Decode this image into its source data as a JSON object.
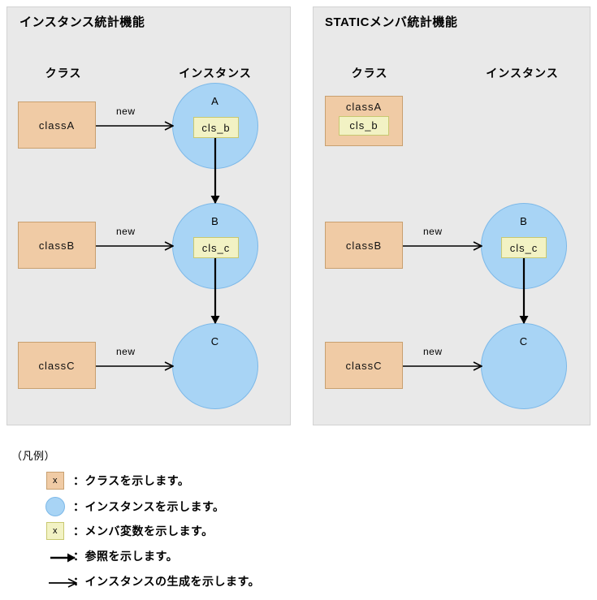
{
  "panels": [
    {
      "id": "instance-statistics",
      "title": "インスタンス統計機能",
      "columns": {
        "left": "クラス",
        "right": "インスタンス"
      },
      "class_boxes": [
        {
          "label": "classA",
          "member": null
        },
        {
          "label": "classB",
          "member": null
        },
        {
          "label": "classC",
          "member": null
        }
      ],
      "instances": [
        {
          "label": "A",
          "member": "cls_b"
        },
        {
          "label": "B",
          "member": "cls_c"
        },
        {
          "label": "C",
          "member": null
        }
      ],
      "edge_labels": [
        "new",
        "new",
        "new"
      ]
    },
    {
      "id": "static-member-statistics",
      "title": "STATICメンバ統計機能",
      "columns": {
        "left": "クラス",
        "right": "インスタンス"
      },
      "class_boxes": [
        {
          "label": "classA",
          "member": "cls_b"
        },
        {
          "label": "classB",
          "member": null
        },
        {
          "label": "classC",
          "member": null
        }
      ],
      "instances": [
        {
          "label": "B",
          "member": "cls_c"
        },
        {
          "label": "C",
          "member": null
        }
      ],
      "edge_labels": [
        "new",
        "new"
      ]
    }
  ],
  "legend": {
    "title": "（凡例）",
    "items": [
      {
        "icon": "class-box-icon",
        "glyph": "x",
        "text": "：クラスを示します。"
      },
      {
        "icon": "instance-circle-icon",
        "glyph": "",
        "text": "：インスタンスを示します。"
      },
      {
        "icon": "member-box-icon",
        "glyph": "x",
        "text": "：メンバ変数を示します。"
      },
      {
        "icon": "filled-arrow-icon",
        "glyph": "",
        "text": "：参照を示します。"
      },
      {
        "icon": "open-arrow-icon",
        "glyph": "",
        "text": "：インスタンスの生成を示します。"
      }
    ]
  },
  "colors": {
    "panel_bg": "#e9e9e9",
    "class_fill": "#f0cba5",
    "class_border": "#c8a070",
    "instance_fill": "#a8d4f5",
    "instance_border": "#7cb8e8",
    "member_fill": "#f2f2c4",
    "member_border": "#c8c870",
    "arrow": "#000000"
  }
}
